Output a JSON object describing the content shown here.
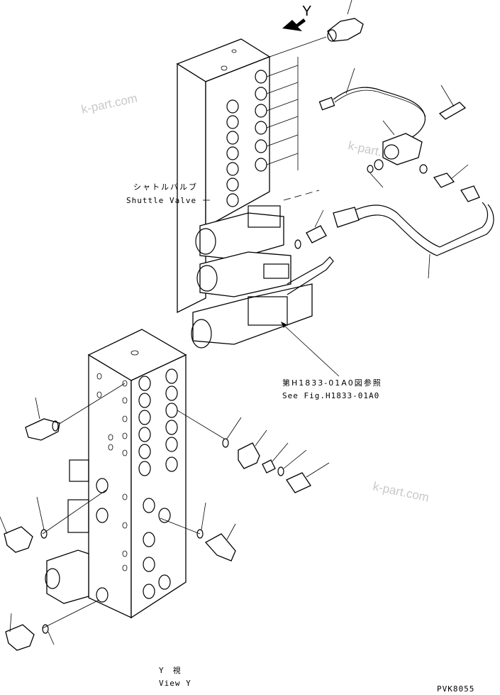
{
  "view_marker": "Y",
  "labels": {
    "shuttle_valve_jp": "シャトルバルブ",
    "shuttle_valve_en": "Shuttle Valve",
    "ref_jp": "第H1833-01A0図参照",
    "ref_en": "See Fig.H1833-01A0",
    "view_jp": "Y　視",
    "view_en": "View Y",
    "drawing_code": "PVK8055"
  },
  "watermark": "k-part.com"
}
